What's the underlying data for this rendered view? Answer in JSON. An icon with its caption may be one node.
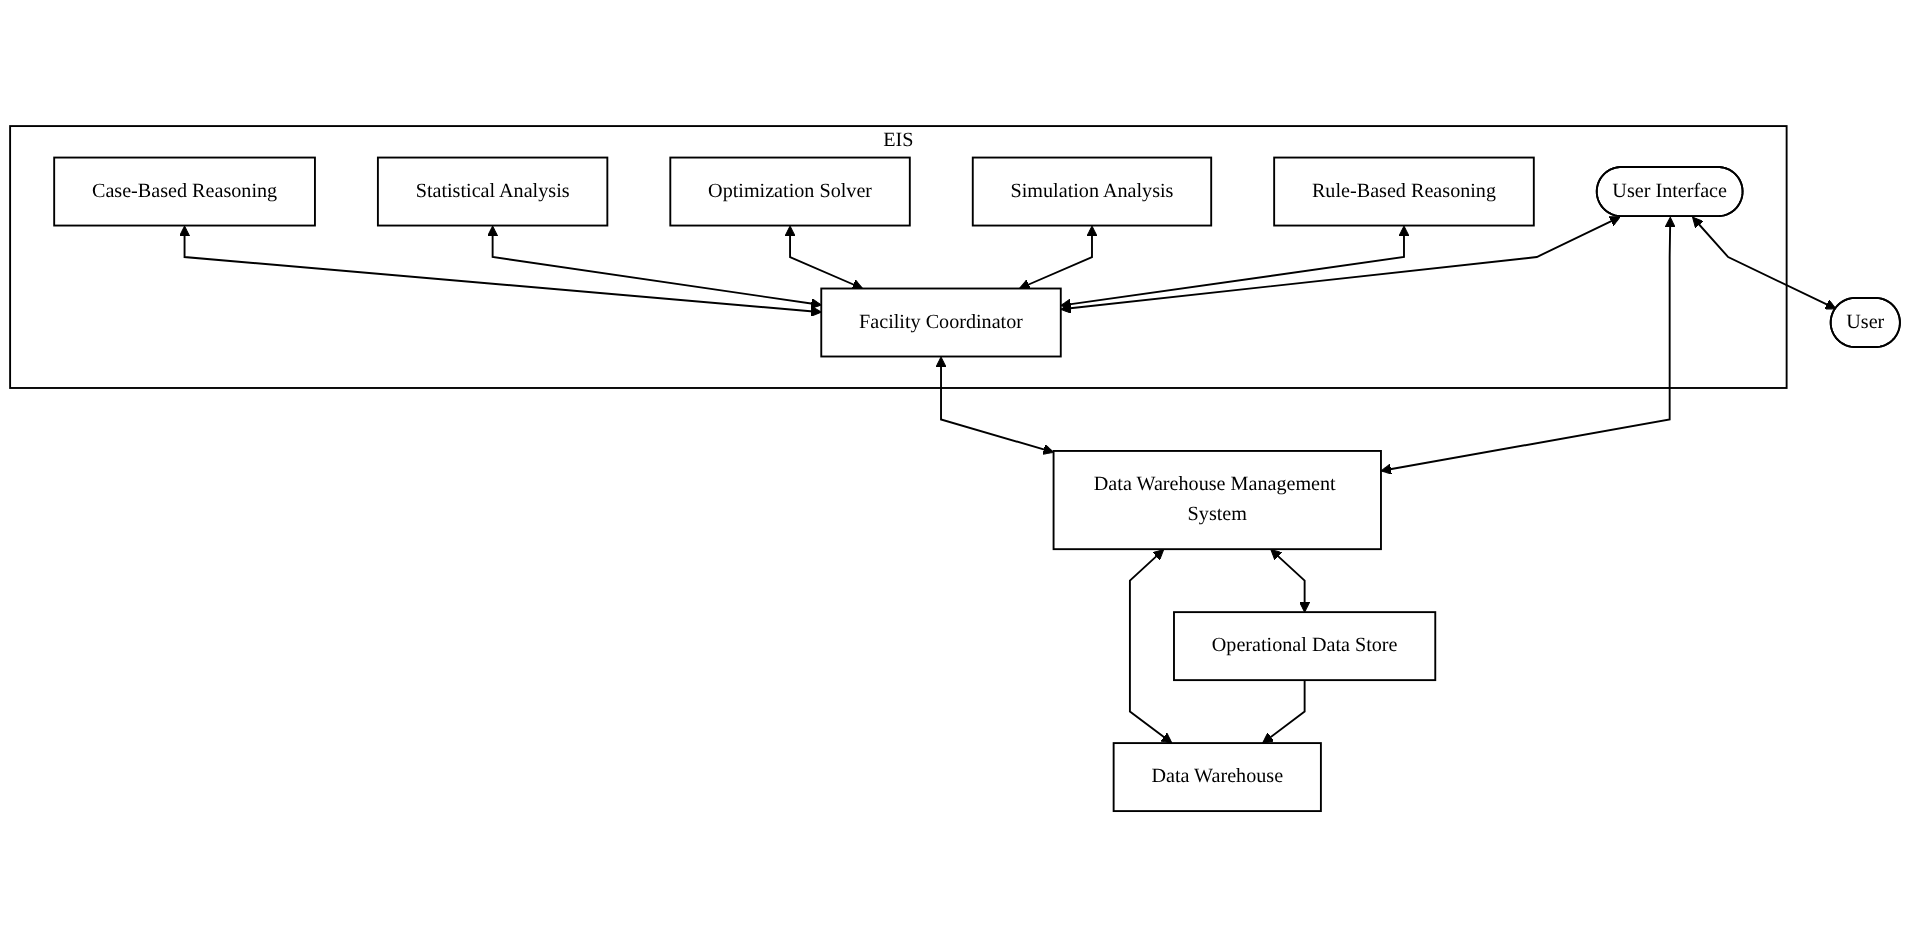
{
  "diagram": {
    "nodes": [
      {
        "text": [
          "EIS"
        ]
      },
      {
        "text": [
          "Case-Based Reasoning"
        ],
        "in": 0
      },
      {
        "text": [
          "Statistical Analysis"
        ],
        "in": 0
      },
      {
        "text": [
          "Optimization Solver"
        ],
        "in": 0
      },
      {
        "text": [
          "Simulation Analysis"
        ],
        "in": 0
      },
      {
        "text": [
          "Rule-Based Reasoning"
        ],
        "in": 0
      },
      {
        "text": [
          "User Interface"
        ],
        "in": 0
      },
      {
        "text": [
          "Facility Coordinator"
        ],
        "in": 0
      },
      {
        "text": [
          "Data Warehouse Management System"
        ]
      },
      {
        "text": [
          "User"
        ]
      },
      {
        "text": [
          "Operational Data Store"
        ]
      },
      {
        "text": [
          "Data Warehouse"
        ]
      }
    ],
    "edges": [
      {
        "from": 1,
        "to": 7,
        "arrow": "both"
      },
      {
        "from": 2,
        "to": 7,
        "arrow": "both"
      },
      {
        "from": 3,
        "to": 7,
        "arrow": "both"
      },
      {
        "from": 4,
        "to": 7,
        "arrow": "both"
      },
      {
        "from": 5,
        "to": 7,
        "arrow": "both"
      },
      {
        "from": 6,
        "to": 7,
        "arrow": "both"
      },
      {
        "from": 7,
        "to": 8,
        "arrow": "both"
      },
      {
        "from": 6,
        "to": 8,
        "arrow": "both"
      },
      {
        "from": 6,
        "to": 9,
        "arrow": "both"
      },
      {
        "from": 8,
        "to": 10,
        "arrow": "both"
      },
      {
        "from": 8,
        "to": 11,
        "arrow": "both"
      },
      {
        "from": 10,
        "to": 11,
        "arrow": "to"
      }
    ]
  }
}
